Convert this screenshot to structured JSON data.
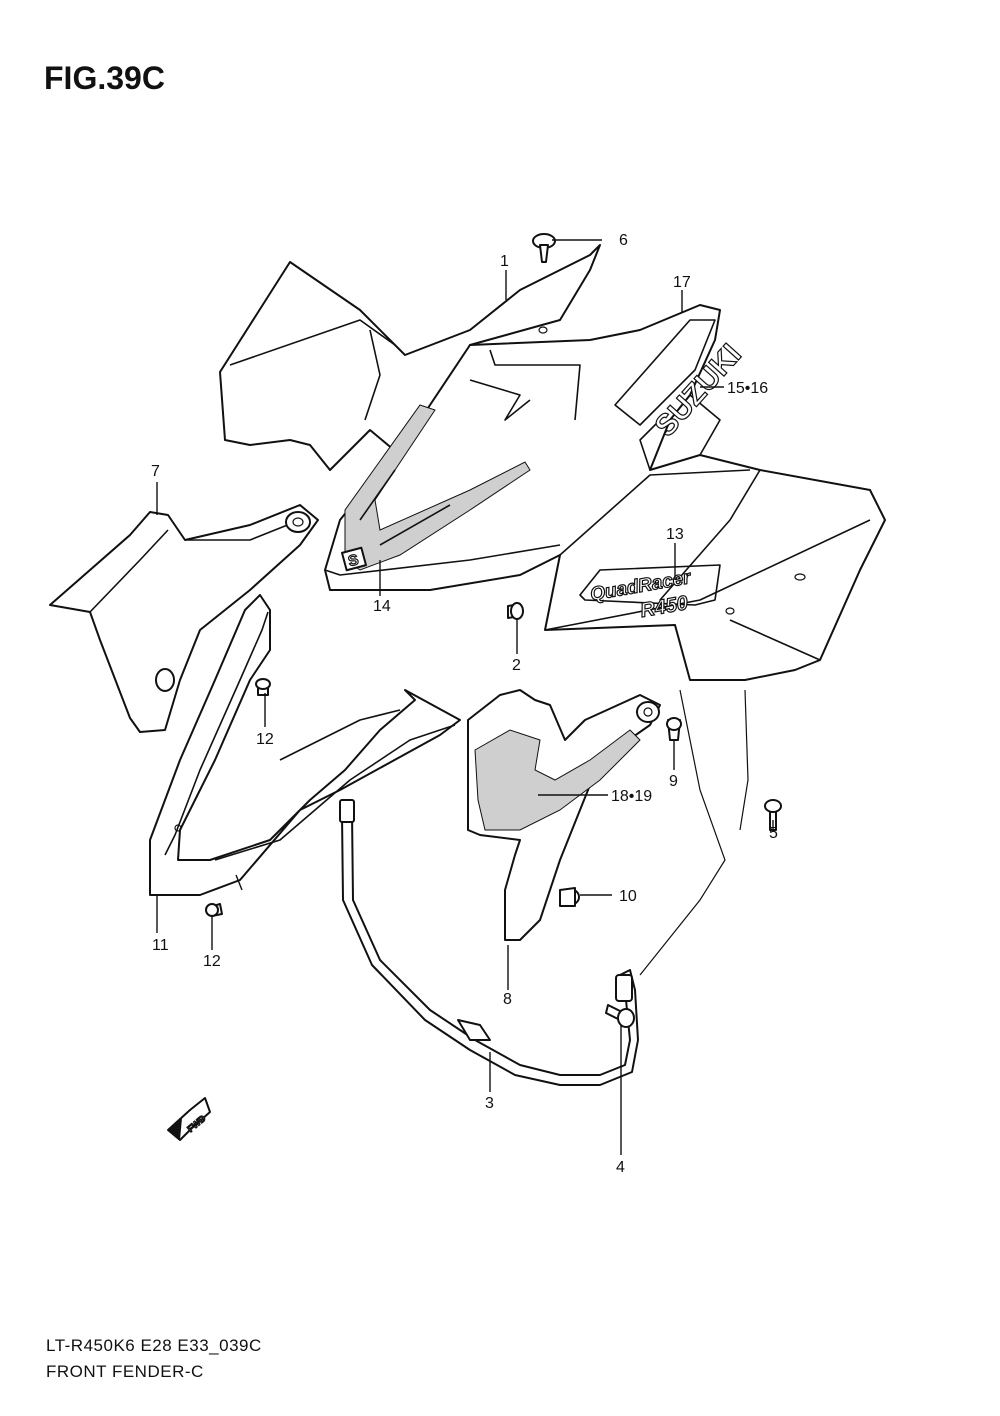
{
  "figure": {
    "title": "FIG.39C",
    "model_line": "LT-R450K6 E28 E33_039C",
    "section_name": "FRONT FENDER-C"
  },
  "decals": {
    "brand": "SUZUKI",
    "model_top": "QuadRacer",
    "model_bottom": "R450",
    "s_mark": "S",
    "fwd_arrow": "FWD"
  },
  "callouts": [
    {
      "id": "callout-1",
      "label": "1"
    },
    {
      "id": "callout-2",
      "label": "2"
    },
    {
      "id": "callout-3",
      "label": "3"
    },
    {
      "id": "callout-4",
      "label": "4"
    },
    {
      "id": "callout-5",
      "label": "5"
    },
    {
      "id": "callout-6",
      "label": "6"
    },
    {
      "id": "callout-7",
      "label": "7"
    },
    {
      "id": "callout-8",
      "label": "8"
    },
    {
      "id": "callout-9",
      "label": "9"
    },
    {
      "id": "callout-10",
      "label": "10"
    },
    {
      "id": "callout-11",
      "label": "11"
    },
    {
      "id": "callout-12a",
      "label": "12"
    },
    {
      "id": "callout-12b",
      "label": "12"
    },
    {
      "id": "callout-13",
      "label": "13"
    },
    {
      "id": "callout-14",
      "label": "14"
    },
    {
      "id": "callout-15-16",
      "label": "15•16"
    },
    {
      "id": "callout-17",
      "label": "17"
    },
    {
      "id": "callout-18-19",
      "label": "18•19"
    }
  ]
}
